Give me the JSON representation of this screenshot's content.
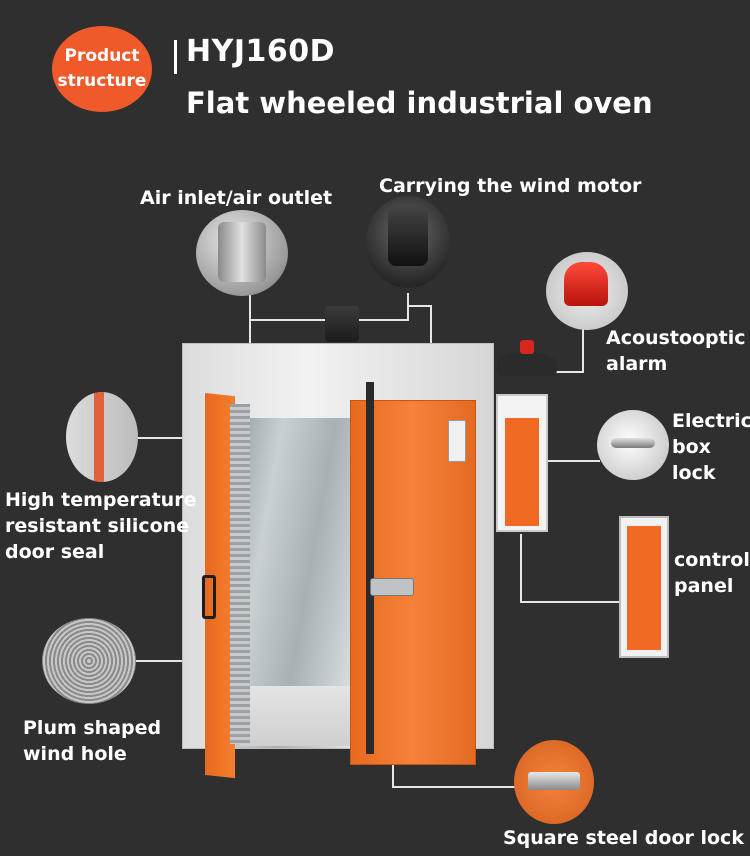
{
  "header": {
    "badge_line1": "Product",
    "badge_line2": "structure",
    "model": "HYJ160D",
    "name": "Flat wheeled industrial oven"
  },
  "callouts": {
    "air_inlet": "Air inlet/air outlet",
    "wind_motor": "Carrying the wind motor",
    "alarm_line1": "Acoustooptic",
    "alarm_line2": "alarm",
    "box_lock_line1": "Electric",
    "box_lock_line2": "box",
    "box_lock_line3": "lock",
    "door_seal_line1": "High temperature",
    "door_seal_line2": "resistant silicone",
    "door_seal_line3": "door seal",
    "control_panel_line1": "control",
    "control_panel_line2": "panel",
    "wind_hole_line1": "Plum shaped",
    "wind_hole_line2": "wind hole",
    "door_lock": "Square steel door lock"
  },
  "colors": {
    "background": "#2f2f2f",
    "accent": "#f05a2a",
    "oven_orange": "#f27a2e"
  }
}
